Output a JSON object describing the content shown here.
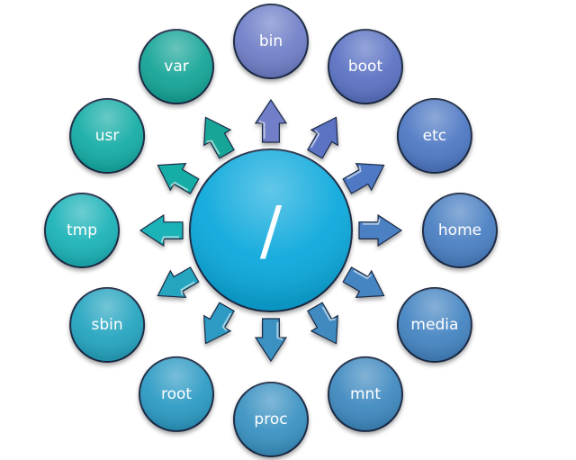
{
  "root": {
    "label": "/",
    "color": "#0aa9dc"
  },
  "nodes": [
    {
      "key": "bin",
      "label": "bin",
      "color": "#6f7fc8"
    },
    {
      "key": "boot",
      "label": "boot",
      "color": "#5b73c4"
    },
    {
      "key": "etc",
      "label": "etc",
      "color": "#5079c4"
    },
    {
      "key": "home",
      "label": "home",
      "color": "#4b80c3"
    },
    {
      "key": "media",
      "label": "media",
      "color": "#4585c2"
    },
    {
      "key": "mnt",
      "label": "mnt",
      "color": "#3f8ac0"
    },
    {
      "key": "proc",
      "label": "proc",
      "color": "#3a92c2"
    },
    {
      "key": "root",
      "label": "root",
      "color": "#2f9bc4"
    },
    {
      "key": "sbin",
      "label": "sbin",
      "color": "#27a5c0"
    },
    {
      "key": "tmp",
      "label": "tmp",
      "color": "#1cb3b8"
    },
    {
      "key": "usr",
      "label": "usr",
      "color": "#16ada6"
    },
    {
      "key": "var",
      "label": "var",
      "color": "#14a597"
    }
  ]
}
